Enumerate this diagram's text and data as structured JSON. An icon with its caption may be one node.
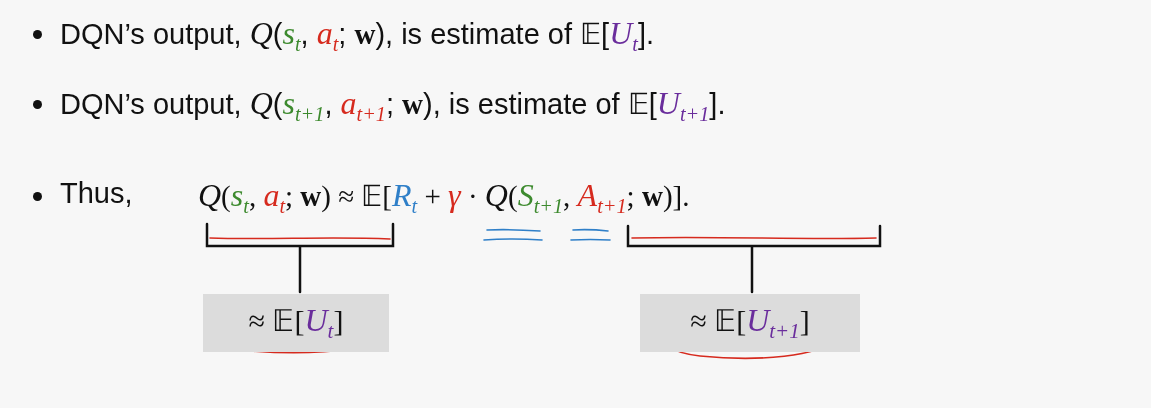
{
  "diagram": {
    "nodes": [
      {
        "text": [
          "≈ 𝔼[*U*$_{t}$]"
        ]
      },
      {
        "text": [
          "≈ 𝔼[*U*$_{t+1}$]"
        ]
      }
    ],
    "labels": [
      "DQN’s output, *Q*(*s*$_{t}$, *a*$_{t}$; **w**), is estimate of  𝔼[*U*$_{t}$].",
      "DQN’s output, *Q*(*s*$_{t+1}$, *a*$_{t+1}$; **w**), is estimate of  𝔼[*U*$_{t+1}$].",
      "Thus,",
      "*Q*(*s*$_{t}$, *a*$_{t}$; **w**)  ≈  𝔼[*R*$_{t}$ + *γ* · *Q*(*S*$_{t+1}$, *A*$_{t+1}$; **w**)]."
    ]
  }
}
